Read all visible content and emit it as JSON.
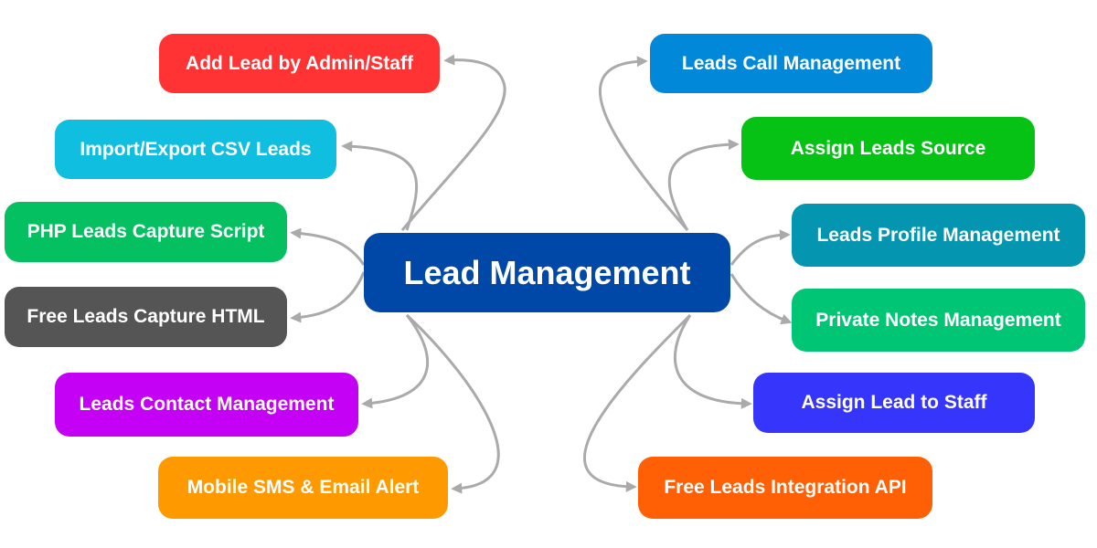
{
  "center": {
    "label": "Lead Management",
    "color": "#0048a8"
  },
  "left_nodes": [
    {
      "label": "Add Lead by Admin/Staff",
      "color": "#ff3333"
    },
    {
      "label": "Import/Export CSV Leads",
      "color": "#10bfe0"
    },
    {
      "label": "PHP Leads Capture Script",
      "color": "#05c060"
    },
    {
      "label": "Free Leads Capture HTML",
      "color": "#555555"
    },
    {
      "label": "Leads Contact Management",
      "color": "#c400f5"
    },
    {
      "label": "Mobile SMS & Email Alert",
      "color": "#ff9900"
    }
  ],
  "right_nodes": [
    {
      "label": "Leads Call Management",
      "color": "#0288d8"
    },
    {
      "label": "Assign Leads Source",
      "color": "#06c214"
    },
    {
      "label": "Leads Profile Management",
      "color": "#0496b0"
    },
    {
      "label": "Private Notes Management",
      "color": "#00c574"
    },
    {
      "label": "Assign Lead to Staff",
      "color": "#3535fb"
    },
    {
      "label": "Free Leads Integration API",
      "color": "#ff6005"
    }
  ],
  "connector_color": "#aaaaaa"
}
